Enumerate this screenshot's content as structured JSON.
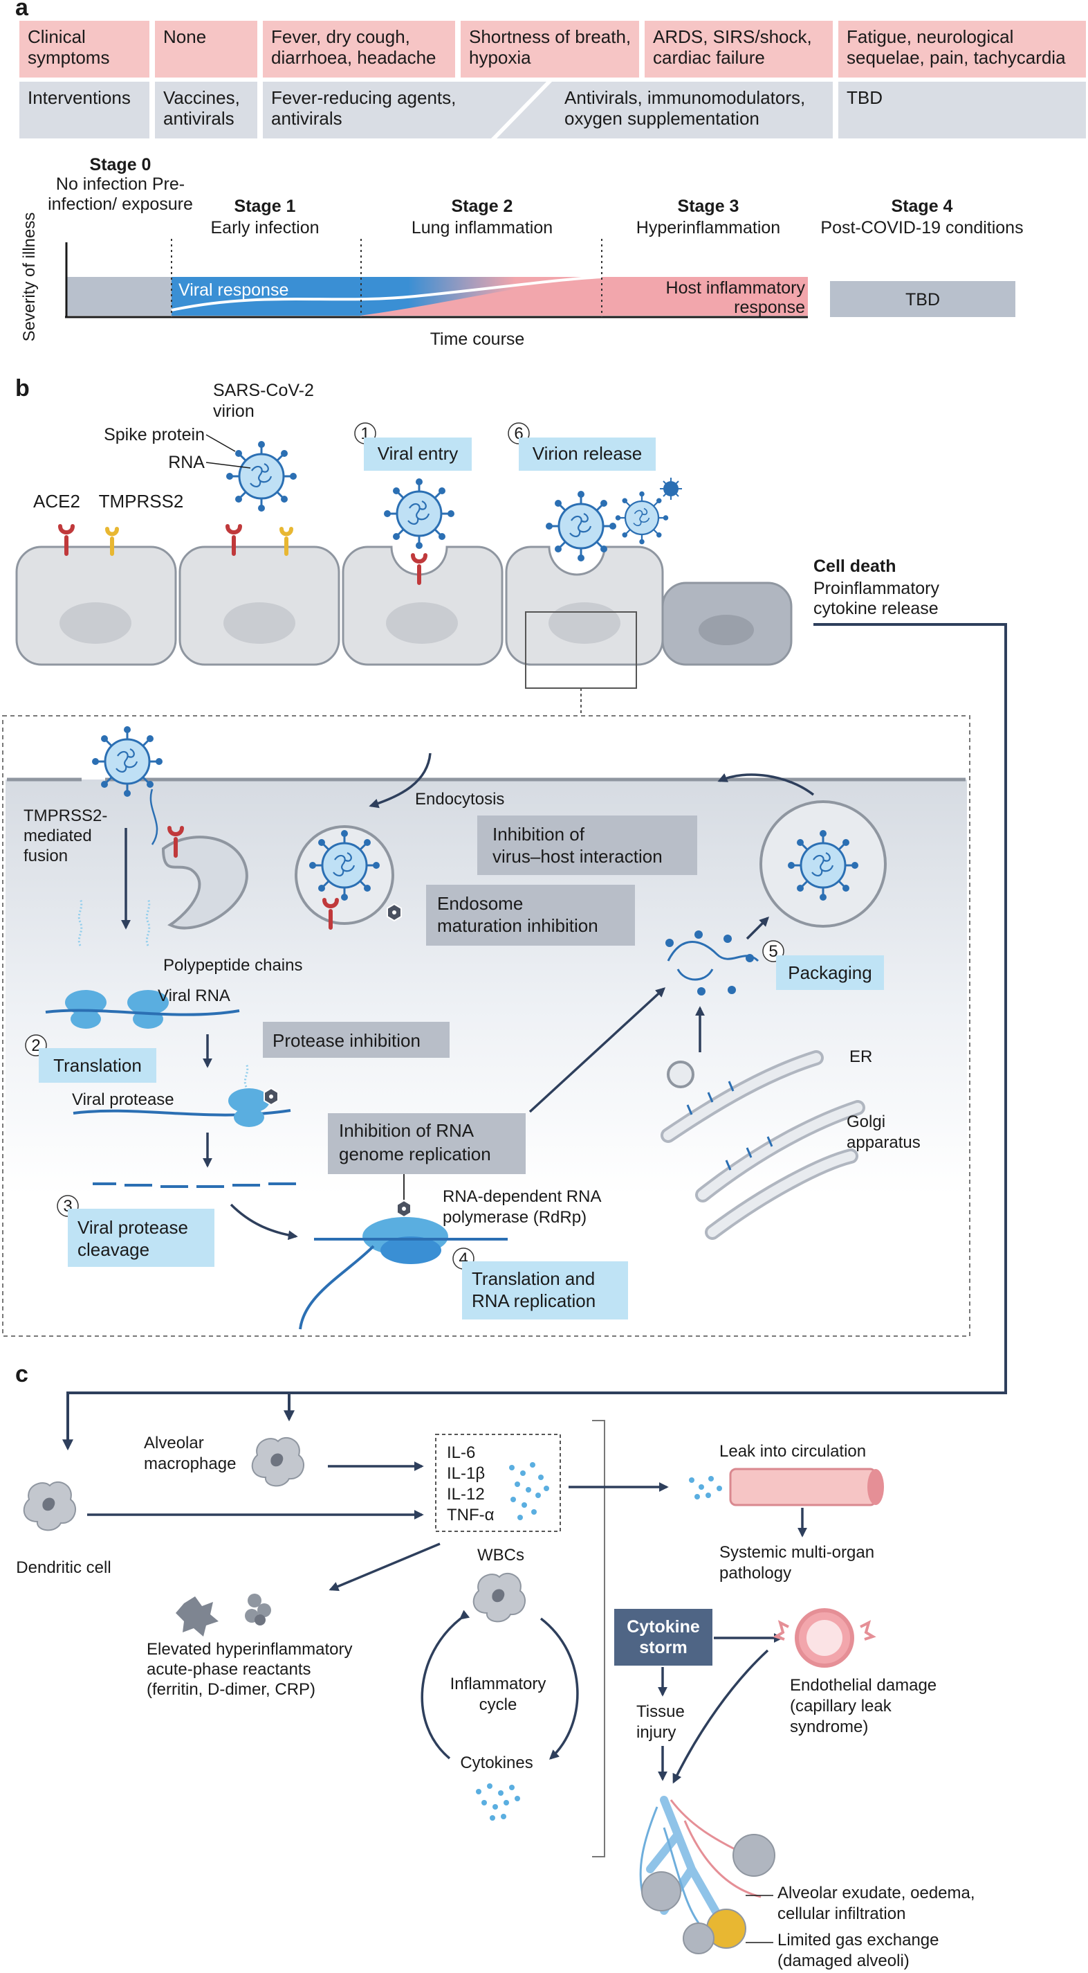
{
  "panel_a": {
    "letter": "a",
    "symptoms": {
      "header": "Clinical symptoms",
      "cells": [
        "None",
        "Fever, dry cough, diarrhoea, headache",
        "Shortness of breath, hypoxia",
        "ARDS, SIRS/shock, cardiac failure",
        "Fatigue, neurological sequelae, pain, tachycardia"
      ]
    },
    "interventions": {
      "header": "Interventions",
      "cells": [
        "Vaccines, antivirals",
        "Fever-reducing agents, antivirals",
        "Antivirals, immunomodulators, oxygen supplementation",
        "TBD"
      ]
    },
    "stages": [
      {
        "title": "Stage 0",
        "sub": "No infection Pre-infection/ exposure"
      },
      {
        "title": "Stage 1",
        "sub": "Early infection"
      },
      {
        "title": "Stage 2",
        "sub": "Lung inflammation"
      },
      {
        "title": "Stage 3",
        "sub": "Hyperinflammation"
      },
      {
        "title": "Stage 4",
        "sub": "Post-COVID-19 conditions"
      }
    ],
    "y_axis_label": "Severity of illness",
    "x_axis_label": "Time course",
    "viral_response": "Viral response",
    "host_response": "Host inflammatory response",
    "tbd": "TBD",
    "colors": {
      "symptom": "#f6c5c5",
      "intervention": "#d9dde4",
      "viral": "#3a8fd4",
      "host": "#f2a6ac",
      "grey": "#b8c0cc"
    }
  },
  "panel_b": {
    "letter": "b",
    "labels": {
      "virion": "SARS-CoV-2 virion",
      "spike": "Spike protein",
      "rna": "RNA",
      "ace2": "ACE2",
      "tmprss2": "TMPRSS2",
      "cell_death": "Cell death",
      "cytokine_release": "Proinflammatory cytokine release",
      "endocytosis": "Endocytosis",
      "tmprss2_fusion": "TMPRSS2- mediated fusion",
      "polypeptide": "Polypeptide chains",
      "viral_rna": "Viral RNA",
      "viral_protease": "Viral protease",
      "rdrp": "RNA-dependent RNA polymerase (RdRp)",
      "er": "ER",
      "golgi": "Golgi apparatus"
    },
    "steps": [
      {
        "num": "1",
        "label": "Viral entry"
      },
      {
        "num": "2",
        "label": "Translation"
      },
      {
        "num": "3",
        "label": "Viral protease cleavage"
      },
      {
        "num": "4",
        "label": "Translation and RNA replication"
      },
      {
        "num": "5",
        "label": "Packaging"
      },
      {
        "num": "6",
        "label": "Virion release"
      }
    ],
    "inhibitions": [
      "Inhibition of virus–host interaction",
      "Endosome maturation inhibition",
      "Protease inhibition",
      "Inhibition of RNA genome replication"
    ],
    "colors": {
      "step": "#bfe3f5",
      "inhibit": "#b8bec8",
      "virus": "#2b6fb3",
      "ace2": "#c0393b",
      "tmprss2": "#e8b732"
    }
  },
  "panel_c": {
    "letter": "c",
    "labels": {
      "alveolar_macrophage": "Alveolar macrophage",
      "dendritic_cell": "Dendritic cell",
      "cytokines_list": [
        "IL-6",
        "IL-1β",
        "IL-12",
        "TNF-α"
      ],
      "leak": "Leak into circulation",
      "systemic": "Systemic multi-organ pathology",
      "wbcs": "WBCs",
      "elevated": "Elevated hyperinflammatory acute-phase reactants (ferritin, D-dimer, CRP)",
      "inflammatory_cycle": "Inflammatory cycle",
      "cytokines": "Cytokines",
      "cytokine_storm": "Cytokine storm",
      "endothelial": "Endothelial damage (capillary leak syndrome)",
      "tissue_injury": "Tissue injury",
      "alveolar_exudate": "Alveolar exudate, oedema, cellular infiltration",
      "gas_exchange": "Limited gas exchange (damaged alveoli)"
    },
    "colors": {
      "storm": "#4f6585",
      "dots": "#5aaee0"
    }
  }
}
